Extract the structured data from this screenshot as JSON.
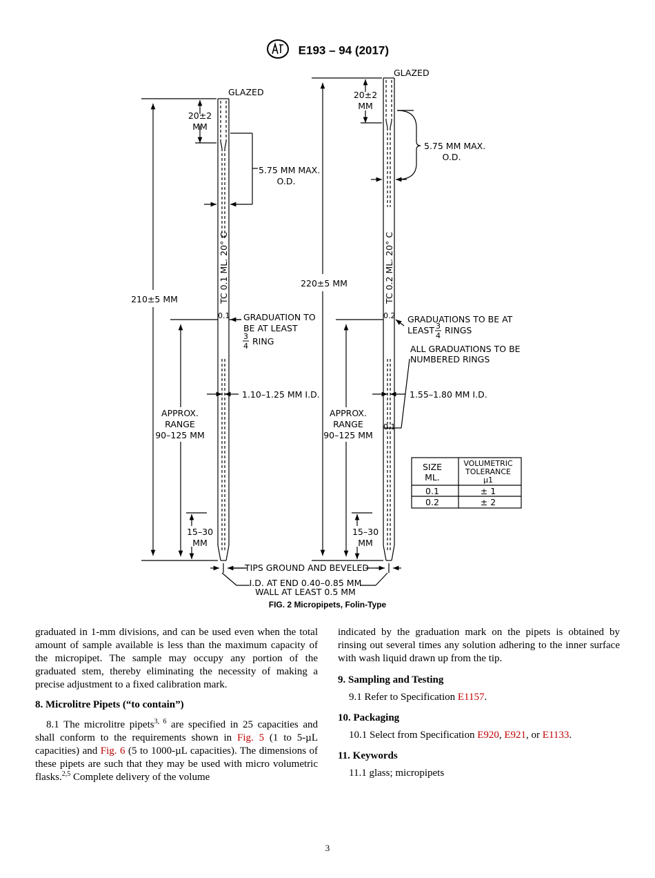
{
  "header": {
    "designation": "E193 – 94 (2017)"
  },
  "figure": {
    "caption": "FIG. 2 Micropipets, Folin-Type",
    "left": {
      "glazed": "GLAZED",
      "tip_len_1": "20±2",
      "tip_len_2": "MM",
      "od_1": "5.75 MM MAX.",
      "od_2": "O.D.",
      "overall": "210±5 MM",
      "stem_marking": "TC 0.1 ML. 20° C",
      "grad_mark": "0.1",
      "grad_note_1": "GRADUATION TO",
      "grad_note_2": "BE AT LEAST",
      "grad_frac_num": "3",
      "grad_frac_den": "4",
      "grad_note_3": "RING",
      "id_label": "1.10–1.25 MM I.D.",
      "range_1": "APPROX.",
      "range_2": "RANGE",
      "range_3": "90–125 MM",
      "tip_range_1": "15–30",
      "tip_range_2": "MM"
    },
    "right": {
      "glazed": "GLAZED",
      "tip_len_1": "20±2",
      "tip_len_2": "MM",
      "od_1": "5.75 MM MAX.",
      "od_2": "O.D.",
      "overall": "220±5 MM",
      "stem_marking": "TC 0.2 ML. 20° C",
      "grad_mark_top": "0.2",
      "grad_mark_low": "0.1",
      "grad_note_1": "GRADUATIONS TO BE AT",
      "grad_note_2": "LEAST",
      "grad_frac_num": "3",
      "grad_frac_den": "4",
      "grad_note_3": "RINGS",
      "all_grad_1": "ALL GRADUATIONS TO BE",
      "all_grad_2": "NUMBERED RINGS",
      "id_label": "1.55–1.80 MM I.D.",
      "range_1": "APPROX.",
      "range_2": "RANGE",
      "range_3": "90–125 MM",
      "tip_range_1": "15–30",
      "tip_range_2": "MM"
    },
    "tips_label": "TIPS GROUND AND BEVELED",
    "end_id_label": "I.D. AT END 0.40–0.85 MM",
    "wall_label": "WALL AT LEAST 0.5 MM",
    "table": {
      "h_size_1": "SIZE",
      "h_size_2": "ML.",
      "h_tol_1": "VOLUMETRIC",
      "h_tol_2": "TOLERANCE",
      "h_tol_3": "µ1",
      "rows": [
        {
          "size": "0.1",
          "tol": "± 1"
        },
        {
          "size": "0.2",
          "tol": "± 2"
        }
      ]
    }
  },
  "body": {
    "left_para1": "graduated in 1-mm divisions, and can be used even when the total amount of sample available is less than the maximum capacity of the micropipet. The sample may occupy any portion of the graduated stem, thereby eliminating the necessity of making a precise adjustment to a fixed calibration mark.",
    "sec8_title": "8. Microlitre Pipets (“to contain”)",
    "p81_a": "8.1 The microlitre pipets",
    "p81_sup1": "3, 6",
    "p81_b": " are specified in 25 capacities and shall conform to the requirements shown in ",
    "p81_fig5": "Fig. 5",
    "p81_c": " (1 to 5-µL capacities) and ",
    "p81_fig6": "Fig. 6",
    "p81_d": " (5 to 1000-µL capacities). The dimensions of these pipets are such that they may be used with micro volumetric flasks.",
    "p81_sup2": "2,5",
    "p81_e": " Complete delivery of the volume",
    "right_para1": "indicated by the graduation mark on the pipets is obtained by rinsing out several times any solution adhering to the inner surface with wash liquid drawn up from the tip.",
    "sec9_title": "9. Sampling and Testing",
    "p91_a": "9.1 Refer to Specification ",
    "p91_link": "E1157",
    "p91_b": ".",
    "sec10_title": "10. Packaging",
    "p101_a": "10.1 Select from Specification ",
    "p101_l1": "E920",
    "p101_s1": ", ",
    "p101_l2": "E921",
    "p101_s2": ", or ",
    "p101_l3": "E1133",
    "p101_b": ".",
    "sec11_title": "11. Keywords",
    "p111": "11.1 glass; micropipets"
  },
  "page_number": "3"
}
